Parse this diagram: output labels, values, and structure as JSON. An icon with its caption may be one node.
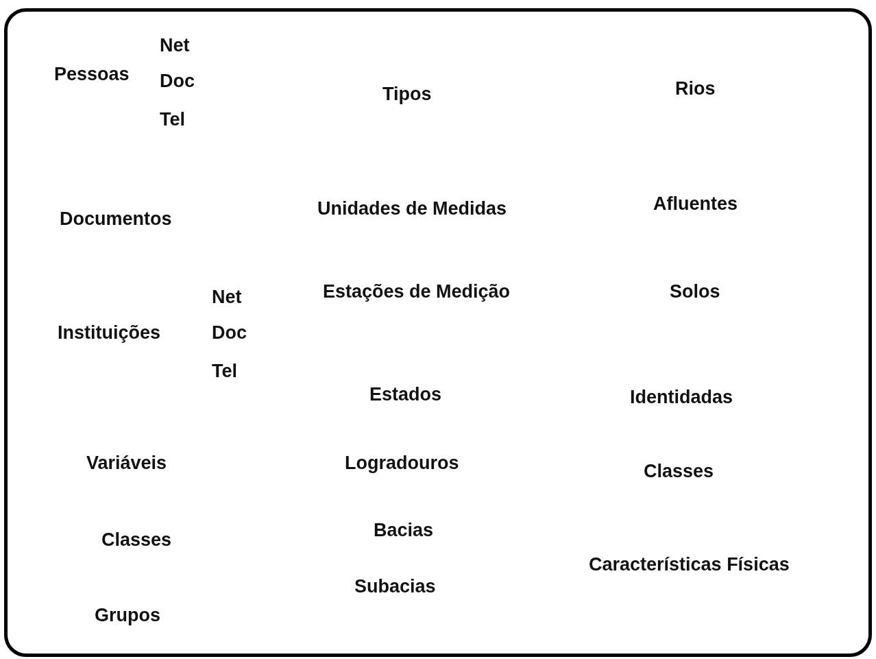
{
  "diagram": {
    "labels": [
      "Pessoas",
      "Net",
      "Doc",
      "Tel",
      "Documentos",
      "Instituições",
      "Net",
      "Doc",
      "Tel",
      "Variáveis",
      "Classes",
      "Grupos",
      "Tipos",
      "Unidades de Medidas",
      "Estações de Medição",
      "Estados",
      "Logradouros",
      "Bacias",
      "Subacias",
      "Rios",
      "Afluentes",
      "Solos",
      "Identidadas",
      "Classes",
      "Características Físicas"
    ]
  }
}
